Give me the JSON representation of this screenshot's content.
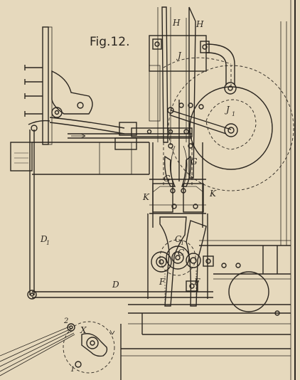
{
  "figure": {
    "title": "Fig.12.",
    "ink_color": "#2b2620",
    "paper_color": "#e6d9bd"
  },
  "labels": {
    "H_left": "H",
    "H_right": "H",
    "J": "J",
    "J1": "J",
    "J1_sub": "1",
    "G_left": "G",
    "G_right": "G",
    "K_left": "K",
    "K_right": "K",
    "C1": "C",
    "C1_sub": "1",
    "C": "C",
    "D1": "D",
    "D1_sub": "1",
    "D": "D",
    "F_left": "F",
    "F_right": "F",
    "X": "X",
    "num_2": "2",
    "num_1": "1"
  }
}
